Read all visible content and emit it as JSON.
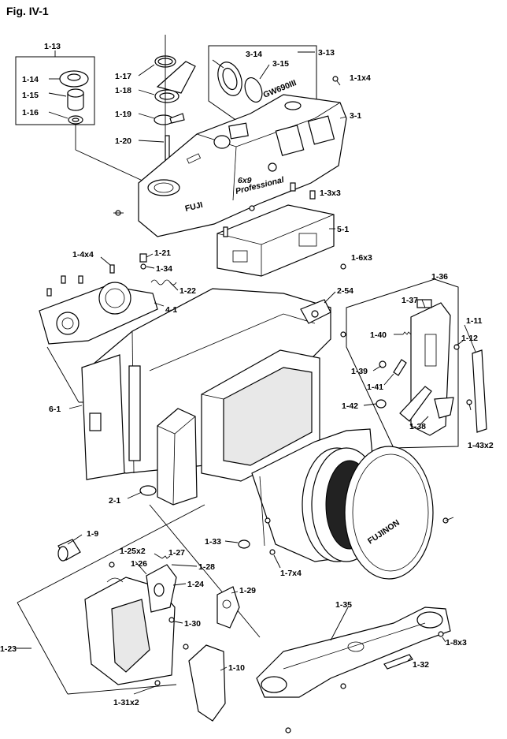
{
  "figure": {
    "title": "Fig. IV-1",
    "colors": {
      "line": "#000000",
      "background": "#ffffff"
    }
  },
  "labels": {
    "l1_13": "1-13",
    "l1_14": "1-14",
    "l1_15": "1-15",
    "l1_16": "1-16",
    "l1_17": "1-17",
    "l1_18": "1-18",
    "l1_19": "1-19",
    "l1_20": "1-20",
    "l3_14": "3-14",
    "l3_15": "3-15",
    "l3_13": "3-13",
    "l1_1": "1-1x4",
    "l3_1": "3-1",
    "l1_3": "1-3x3",
    "l5_1": "5-1",
    "l1_4": "1-4x4",
    "l1_21": "1-21",
    "l1_34": "1-34",
    "l1_22": "1-22",
    "l4_1": "4-1",
    "l1_6": "1-6x3",
    "l1_36": "1-36",
    "l2_54": "2-54",
    "l1_37": "1-37",
    "l1_11": "1-11",
    "l1_12": "1-12",
    "l1_40": "1-40",
    "l1_39": "1-39",
    "l1_41": "1-41",
    "l6_1": "6-1",
    "l1_42": "1-42",
    "l1_38": "1-38",
    "l1_43": "1-43x2",
    "l2_1": "2-1",
    "l1_9": "1-9",
    "l1_33": "1-33",
    "l1_7": "1-7x4",
    "l1_25": "1-25x2",
    "l1_27": "1-27",
    "l1_26": "1-26",
    "l1_28": "1-28",
    "l1_24": "1-24",
    "l1_29": "1-29",
    "l1_30": "1-30",
    "l1_23": "1-23",
    "l1_10": "1-10",
    "l1_31": "1-31x2",
    "l1_35": "1-35",
    "l1_8": "1-8x3",
    "l1_32": "1-32"
  },
  "markings": {
    "brand_top": "FUJI",
    "model_6x9": "6x9",
    "professional": "Professional",
    "model_name": "GW690III",
    "lens_brand": "FUJINON"
  }
}
